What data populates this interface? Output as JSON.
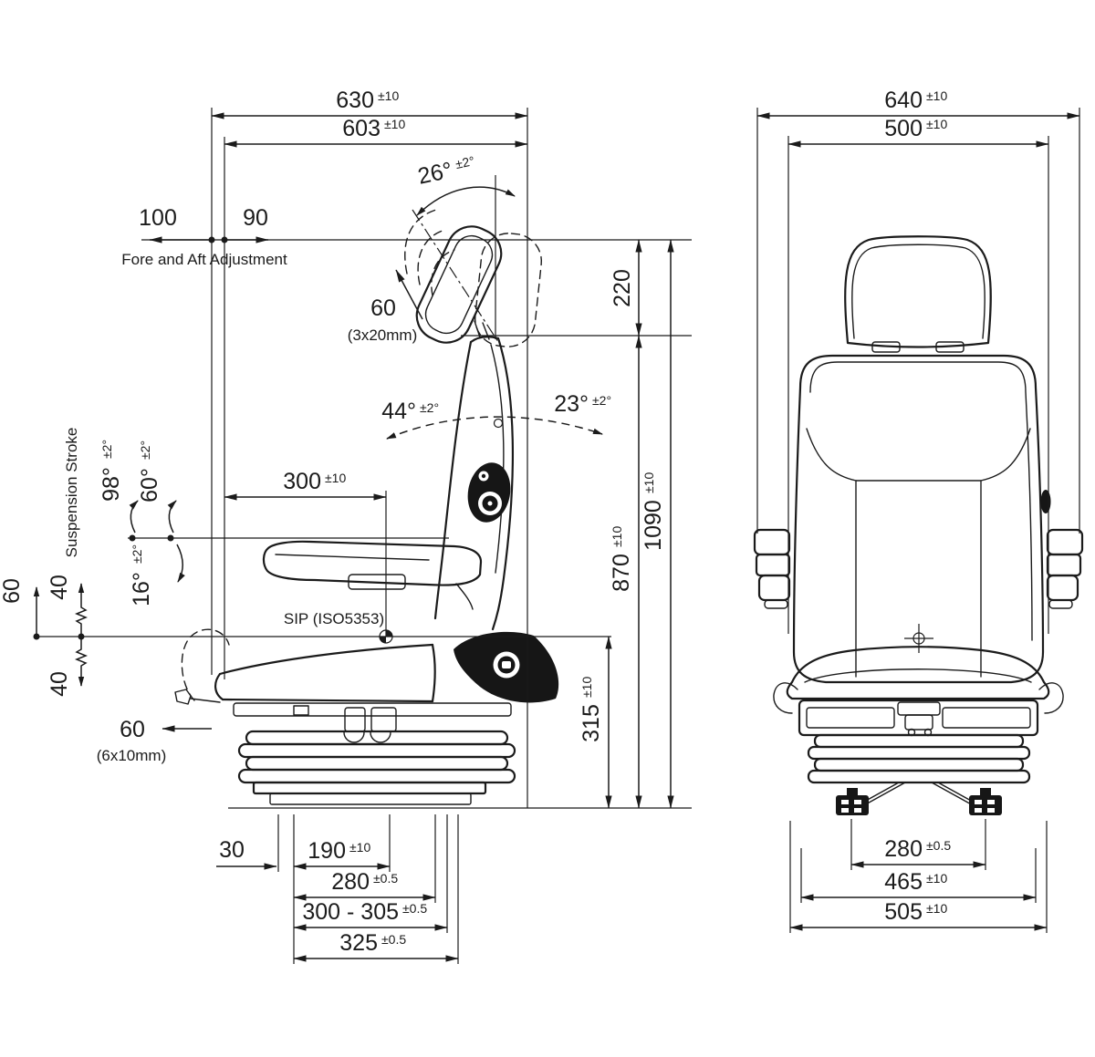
{
  "side_view": {
    "overall_width": {
      "num": "630",
      "tol": "±10"
    },
    "inner_width": {
      "num": "603",
      "tol": "±10"
    },
    "headrest_tilt": {
      "num": "26°",
      "tol": "±2°"
    },
    "fore_travel": "100",
    "aft_travel": "90",
    "fore_aft_label": "Fore and Aft Adjustment",
    "headrest_steps": "60",
    "headrest_steps_note": "(3x20mm)",
    "headrest_height": "220",
    "fold_forward_angle": {
      "num": "44°",
      "tol": "±2°"
    },
    "fold_back_angle": {
      "num": "23°",
      "tol": "±2°"
    },
    "backrest_angle": {
      "num": "98°",
      "tol": "±2°"
    },
    "armrest_up_angle": {
      "num": "60°",
      "tol": "±2°"
    },
    "armrest_down_angle": {
      "num": "16°",
      "tol": "±2°"
    },
    "armrest_depth": {
      "num": "300",
      "tol": "±10"
    },
    "suspension_label": "Suspension Stroke",
    "stroke_ref": "60",
    "stroke_up": "40",
    "stroke_down": "40",
    "sip_label": "SIP (ISO5353)",
    "slide_steps": "60",
    "slide_steps_note": "(6x10mm)",
    "backrest_height": {
      "num": "870",
      "tol": "±10"
    },
    "total_height": {
      "num": "1090",
      "tol": "±10"
    },
    "sip_height": {
      "num": "315",
      "tol": "±10"
    },
    "rail_offset": "30",
    "rail_width_1": {
      "num": "190",
      "tol": "±10"
    },
    "rail_width_2": {
      "num": "280",
      "tol": "±0.5"
    },
    "rail_width_3": {
      "num": "300 - 305",
      "tol": "±0.5"
    },
    "rail_width_4": {
      "num": "325",
      "tol": "±0.5"
    }
  },
  "front_view": {
    "overall_width": {
      "num": "640",
      "tol": "±10"
    },
    "backrest_width": {
      "num": "500",
      "tol": "±10"
    },
    "feet_spacing": {
      "num": "280",
      "tol": "±0.5"
    },
    "base_width": {
      "num": "465",
      "tol": "±10"
    },
    "overall_base_width": {
      "num": "505",
      "tol": "±10"
    }
  }
}
